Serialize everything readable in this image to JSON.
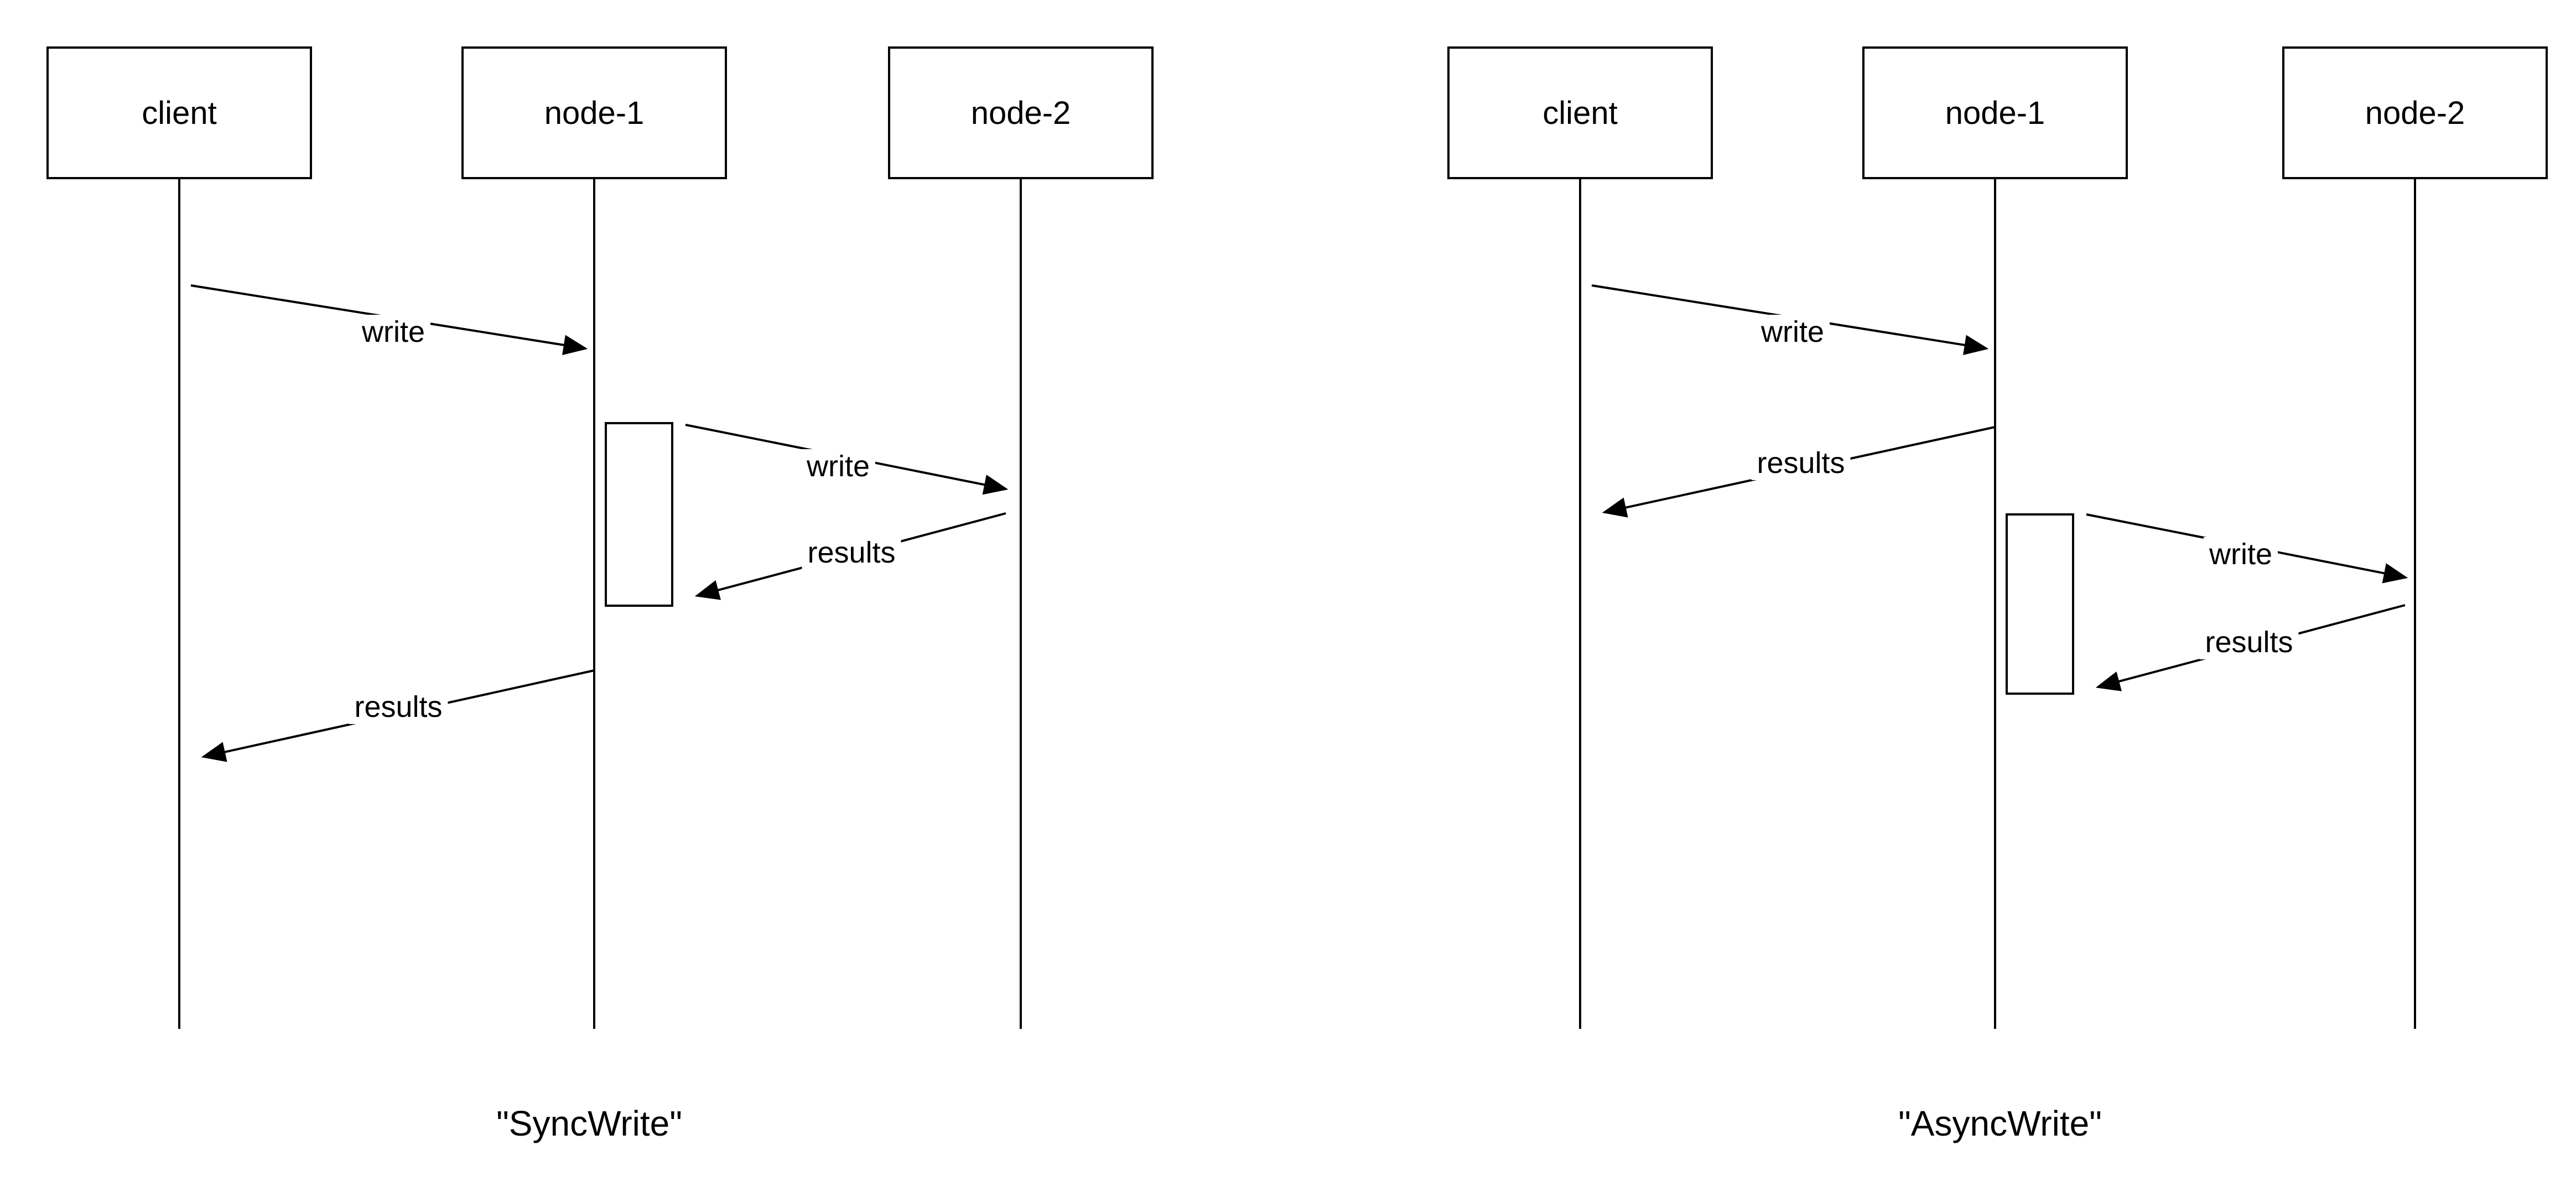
{
  "colors": {
    "stroke": "#000000",
    "background": "#ffffff"
  },
  "diagrams": [
    {
      "name": "SyncWrite",
      "caption": "\"SyncWrite\"",
      "actors": [
        "client",
        "node-1",
        "node-2"
      ],
      "messages": [
        {
          "from": "client",
          "to": "node-1",
          "label": "write"
        },
        {
          "from": "node-1",
          "to": "node-2",
          "label": "write"
        },
        {
          "from": "node-2",
          "to": "node-1",
          "label": "results"
        },
        {
          "from": "node-1",
          "to": "client",
          "label": "results"
        }
      ]
    },
    {
      "name": "AsyncWrite",
      "caption": "\"AsyncWrite\"",
      "actors": [
        "client",
        "node-1",
        "node-2"
      ],
      "messages": [
        {
          "from": "client",
          "to": "node-1",
          "label": "write"
        },
        {
          "from": "node-1",
          "to": "client",
          "label": "results"
        },
        {
          "from": "node-1",
          "to": "node-2",
          "label": "write"
        },
        {
          "from": "node-2",
          "to": "node-1",
          "label": "results"
        }
      ]
    }
  ]
}
